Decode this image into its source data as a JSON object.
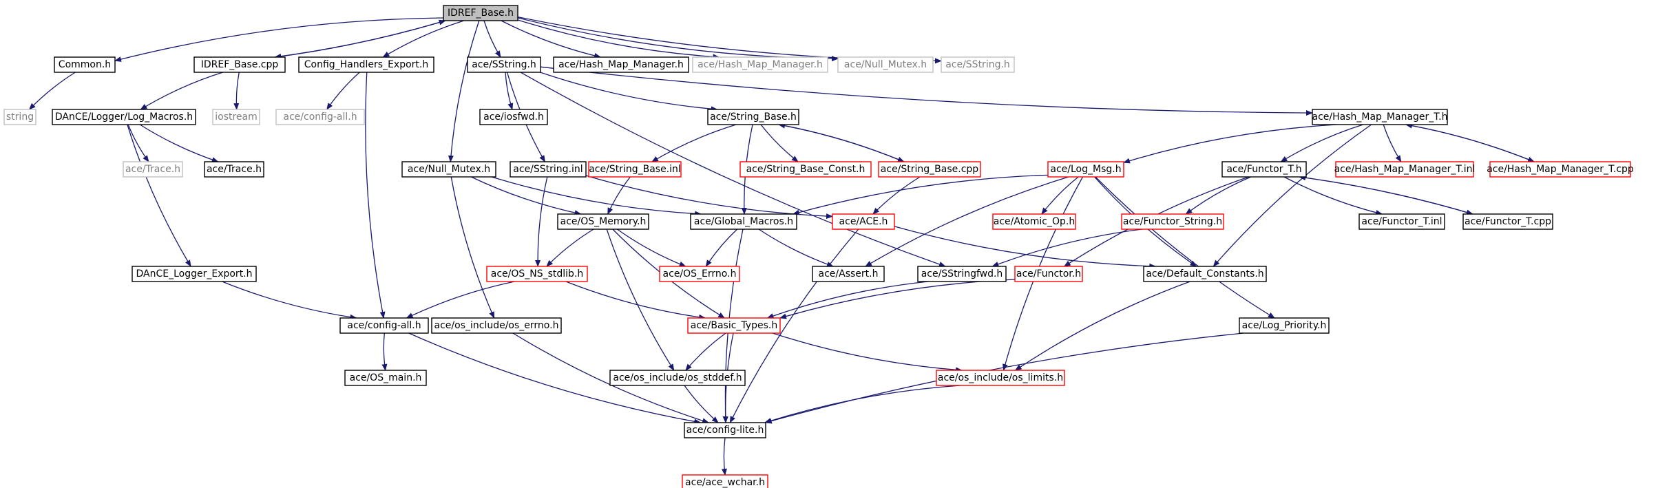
{
  "colors": {
    "edge": "#191970",
    "root_fill": "#bfbfbf",
    "normal_border": "#000000",
    "truncated_border": "#ff0000",
    "external_border": "#bfbfbf",
    "external_text": "#7f7f7f",
    "text": "#000000"
  },
  "nodes": [
    {
      "id": "idref_base_h",
      "label": "IDREF_Base.h",
      "kind": "root"
    },
    {
      "id": "common_h",
      "label": "Common.h",
      "kind": "normal"
    },
    {
      "id": "idref_base_cpp",
      "label": "IDREF_Base.cpp",
      "kind": "normal"
    },
    {
      "id": "config_handlers_export_h",
      "label": "Config_Handlers_Export.h",
      "kind": "normal"
    },
    {
      "id": "ace_sstring_h",
      "label": "ace/SString.h",
      "kind": "normal"
    },
    {
      "id": "ace_hash_map_manager_h",
      "label": "ace/Hash_Map_Manager.h",
      "kind": "normal"
    },
    {
      "id": "ace_hash_map_manager_h_ext",
      "label": "ace/Hash_Map_Manager.h",
      "kind": "external"
    },
    {
      "id": "ace_null_mutex_h_ext",
      "label": "ace/Null_Mutex.h",
      "kind": "external"
    },
    {
      "id": "ace_sstring_h_ext",
      "label": "ace/SString.h",
      "kind": "external"
    },
    {
      "id": "string",
      "label": "string",
      "kind": "external"
    },
    {
      "id": "dance_log_macros_h",
      "label": "DAnCE/Logger/Log_Macros.h",
      "kind": "normal"
    },
    {
      "id": "iostream",
      "label": "iostream",
      "kind": "external"
    },
    {
      "id": "ace_config_all_h_ext",
      "label": "ace/config-all.h",
      "kind": "external"
    },
    {
      "id": "ace_iosfwd_h",
      "label": "ace/iosfwd.h",
      "kind": "normal"
    },
    {
      "id": "ace_string_base_h",
      "label": "ace/String_Base.h",
      "kind": "normal"
    },
    {
      "id": "ace_hash_map_manager_t_h",
      "label": "ace/Hash_Map_Manager_T.h",
      "kind": "normal"
    },
    {
      "id": "ace_trace_h_ext",
      "label": "ace/Trace.h",
      "kind": "external"
    },
    {
      "id": "ace_trace_h",
      "label": "ace/Trace.h",
      "kind": "normal"
    },
    {
      "id": "ace_null_mutex_h",
      "label": "ace/Null_Mutex.h",
      "kind": "normal"
    },
    {
      "id": "ace_sstring_inl",
      "label": "ace/SString.inl",
      "kind": "normal"
    },
    {
      "id": "ace_string_base_inl",
      "label": "ace/String_Base.inl",
      "kind": "truncated"
    },
    {
      "id": "ace_string_base_const_h",
      "label": "ace/String_Base_Const.h",
      "kind": "truncated"
    },
    {
      "id": "ace_string_base_cpp",
      "label": "ace/String_Base.cpp",
      "kind": "truncated"
    },
    {
      "id": "ace_log_msg_h",
      "label": "ace/Log_Msg.h",
      "kind": "truncated"
    },
    {
      "id": "ace_functor_t_h",
      "label": "ace/Functor_T.h",
      "kind": "normal"
    },
    {
      "id": "ace_hash_map_manager_t_inl",
      "label": "ace/Hash_Map_Manager_T.inl",
      "kind": "truncated"
    },
    {
      "id": "ace_hash_map_manager_t_cpp",
      "label": "ace/Hash_Map_Manager_T.cpp",
      "kind": "truncated"
    },
    {
      "id": "ace_os_memory_h",
      "label": "ace/OS_Memory.h",
      "kind": "normal"
    },
    {
      "id": "ace_global_macros_h",
      "label": "ace/Global_Macros.h",
      "kind": "normal"
    },
    {
      "id": "ace_ace_h",
      "label": "ace/ACE.h",
      "kind": "truncated"
    },
    {
      "id": "ace_atomic_op_h",
      "label": "ace/Atomic_Op.h",
      "kind": "truncated"
    },
    {
      "id": "ace_functor_string_h",
      "label": "ace/Functor_String.h",
      "kind": "truncated"
    },
    {
      "id": "ace_functor_t_inl",
      "label": "ace/Functor_T.inl",
      "kind": "normal"
    },
    {
      "id": "ace_functor_t_cpp",
      "label": "ace/Functor_T.cpp",
      "kind": "normal"
    },
    {
      "id": "dance_logger_export_h",
      "label": "DAnCE_Logger_Export.h",
      "kind": "normal"
    },
    {
      "id": "ace_os_ns_stdlib_h",
      "label": "ace/OS_NS_stdlib.h",
      "kind": "truncated"
    },
    {
      "id": "ace_os_errno_h",
      "label": "ace/OS_Errno.h",
      "kind": "truncated"
    },
    {
      "id": "ace_assert_h",
      "label": "ace/Assert.h",
      "kind": "normal"
    },
    {
      "id": "ace_sstringfwd_h",
      "label": "ace/SStringfwd.h",
      "kind": "normal"
    },
    {
      "id": "ace_functor_h",
      "label": "ace/Functor.h",
      "kind": "truncated"
    },
    {
      "id": "ace_default_constants_h",
      "label": "ace/Default_Constants.h",
      "kind": "normal"
    },
    {
      "id": "ace_config_all_h",
      "label": "ace/config-all.h",
      "kind": "normal"
    },
    {
      "id": "ace_os_include_os_errno_h",
      "label": "ace/os_include/os_errno.h",
      "kind": "normal"
    },
    {
      "id": "ace_basic_types_h",
      "label": "ace/Basic_Types.h",
      "kind": "truncated"
    },
    {
      "id": "ace_log_priority_h",
      "label": "ace/Log_Priority.h",
      "kind": "normal"
    },
    {
      "id": "ace_os_main_h",
      "label": "ace/OS_main.h",
      "kind": "normal"
    },
    {
      "id": "ace_os_include_os_stddef_h",
      "label": "ace/os_include/os_stddef.h",
      "kind": "normal"
    },
    {
      "id": "ace_os_include_os_limits_h",
      "label": "ace/os_include/os_limits.h",
      "kind": "truncated"
    },
    {
      "id": "ace_config_lite_h",
      "label": "ace/config-lite.h",
      "kind": "normal"
    },
    {
      "id": "ace_ace_wchar_h",
      "label": "ace/ace_wchar.h",
      "kind": "truncated"
    }
  ],
  "edges": [
    [
      "idref_base_h",
      "common_h"
    ],
    [
      "idref_base_h",
      "idref_base_cpp"
    ],
    [
      "idref_base_h",
      "config_handlers_export_h"
    ],
    [
      "idref_base_h",
      "ace_sstring_h"
    ],
    [
      "idref_base_h",
      "ace_hash_map_manager_h"
    ],
    [
      "idref_base_h",
      "ace_hash_map_manager_h_ext"
    ],
    [
      "idref_base_h",
      "ace_null_mutex_h_ext"
    ],
    [
      "idref_base_h",
      "ace_sstring_h_ext"
    ],
    [
      "idref_base_h",
      "ace_null_mutex_h"
    ],
    [
      "idref_base_cpp",
      "idref_base_h"
    ],
    [
      "common_h",
      "string"
    ],
    [
      "idref_base_cpp",
      "dance_log_macros_h"
    ],
    [
      "idref_base_cpp",
      "iostream"
    ],
    [
      "config_handlers_export_h",
      "ace_config_all_h_ext"
    ],
    [
      "config_handlers_export_h",
      "ace_config_all_h"
    ],
    [
      "dance_log_macros_h",
      "ace_trace_h_ext"
    ],
    [
      "dance_log_macros_h",
      "ace_trace_h"
    ],
    [
      "dance_log_macros_h",
      "dance_logger_export_h"
    ],
    [
      "dance_logger_export_h",
      "ace_config_all_h"
    ],
    [
      "ace_sstring_h",
      "ace_iosfwd_h"
    ],
    [
      "ace_sstring_h",
      "ace_sstring_inl"
    ],
    [
      "ace_sstring_h",
      "ace_string_base_h"
    ],
    [
      "ace_sstring_h",
      "ace_hash_map_manager_t_h"
    ],
    [
      "ace_sstring_h",
      "ace_sstringfwd_h"
    ],
    [
      "ace_string_base_h",
      "ace_string_base_inl"
    ],
    [
      "ace_string_base_h",
      "ace_string_base_const_h"
    ],
    [
      "ace_string_base_h",
      "ace_string_base_cpp"
    ],
    [
      "ace_string_base_cpp",
      "ace_string_base_h"
    ],
    [
      "ace_string_base_h",
      "ace_global_macros_h"
    ],
    [
      "ace_string_base_inl",
      "ace_os_memory_h"
    ],
    [
      "ace_string_base_cpp",
      "ace_ace_h"
    ],
    [
      "ace_hash_map_manager_t_h",
      "ace_log_msg_h"
    ],
    [
      "ace_hash_map_manager_t_h",
      "ace_functor_t_h"
    ],
    [
      "ace_hash_map_manager_t_h",
      "ace_hash_map_manager_t_inl"
    ],
    [
      "ace_hash_map_manager_t_h",
      "ace_hash_map_manager_t_cpp"
    ],
    [
      "ace_hash_map_manager_t_cpp",
      "ace_hash_map_manager_t_h"
    ],
    [
      "ace_hash_map_manager_t_h",
      "ace_default_constants_h"
    ],
    [
      "ace_null_mutex_h",
      "ace_os_memory_h"
    ],
    [
      "ace_null_mutex_h",
      "ace_global_macros_h"
    ],
    [
      "ace_null_mutex_h",
      "ace_os_include_os_errno_h"
    ],
    [
      "ace_sstring_inl",
      "ace_os_ns_stdlib_h"
    ],
    [
      "ace_sstring_inl",
      "ace_ace_h"
    ],
    [
      "ace_log_msg_h",
      "ace_global_macros_h"
    ],
    [
      "ace_log_msg_h",
      "ace_atomic_op_h"
    ],
    [
      "ace_log_msg_h",
      "ace_assert_h"
    ],
    [
      "ace_log_msg_h",
      "ace_default_constants_h"
    ],
    [
      "ace_log_msg_h",
      "ace_log_priority_h"
    ],
    [
      "ace_log_msg_h",
      "ace_os_include_os_limits_h"
    ],
    [
      "ace_functor_t_h",
      "ace_functor_string_h"
    ],
    [
      "ace_functor_t_h",
      "ace_functor_t_inl"
    ],
    [
      "ace_functor_t_h",
      "ace_functor_t_cpp"
    ],
    [
      "ace_functor_t_cpp",
      "ace_functor_t_h"
    ],
    [
      "ace_functor_t_h",
      "ace_functor_h"
    ],
    [
      "ace_functor_string_h",
      "ace_sstringfwd_h"
    ],
    [
      "ace_os_memory_h",
      "ace_os_ns_stdlib_h"
    ],
    [
      "ace_os_memory_h",
      "ace_os_errno_h"
    ],
    [
      "ace_os_memory_h",
      "ace_basic_types_h"
    ],
    [
      "ace_os_memory_h",
      "ace_os_include_os_stddef_h"
    ],
    [
      "ace_global_macros_h",
      "ace_os_errno_h"
    ],
    [
      "ace_global_macros_h",
      "ace_assert_h"
    ],
    [
      "ace_global_macros_h",
      "ace_config_lite_h"
    ],
    [
      "ace_ace_h",
      "ace_default_constants_h"
    ],
    [
      "ace_ace_h",
      "ace_config_lite_h"
    ],
    [
      "ace_os_ns_stdlib_h",
      "ace_config_all_h"
    ],
    [
      "ace_os_ns_stdlib_h",
      "ace_basic_types_h"
    ],
    [
      "ace_sstringfwd_h",
      "ace_basic_types_h"
    ],
    [
      "ace_functor_h",
      "ace_basic_types_h"
    ],
    [
      "ace_default_constants_h",
      "ace_os_include_os_limits_h"
    ],
    [
      "ace_config_all_h",
      "ace_os_main_h"
    ],
    [
      "ace_config_all_h",
      "ace_config_lite_h"
    ],
    [
      "ace_os_include_os_errno_h",
      "ace_config_lite_h"
    ],
    [
      "ace_basic_types_h",
      "ace_os_include_os_stddef_h"
    ],
    [
      "ace_basic_types_h",
      "ace_os_include_os_limits_h"
    ],
    [
      "ace_basic_types_h",
      "ace_config_lite_h"
    ],
    [
      "ace_log_priority_h",
      "ace_config_lite_h"
    ],
    [
      "ace_os_include_os_stddef_h",
      "ace_config_lite_h"
    ],
    [
      "ace_os_include_os_limits_h",
      "ace_config_lite_h"
    ],
    [
      "ace_config_lite_h",
      "ace_ace_wchar_h"
    ]
  ]
}
